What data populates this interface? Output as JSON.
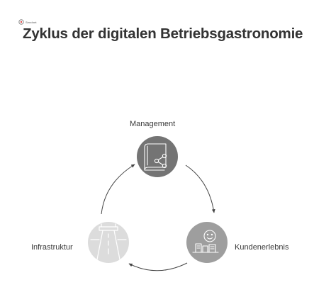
{
  "header": {
    "logo_text": "Sendnet",
    "title": "Zyklus der digitalen Betriebsgastronomie"
  },
  "nodes": [
    {
      "id": "management",
      "label": "Management",
      "color": "#747474",
      "icon": "book-share-icon"
    },
    {
      "id": "kundenerlebnis",
      "label": "Kundenerlebnis",
      "color": "#9e9e9e",
      "icon": "smiley-buildings-icon"
    },
    {
      "id": "infrastruktur",
      "label": "Infrastruktur",
      "color": "#dcdcdc",
      "icon": "road-gate-icon"
    }
  ],
  "edges": [
    {
      "from": "management",
      "to": "kundenerlebnis"
    },
    {
      "from": "kundenerlebnis",
      "to": "infrastruktur"
    },
    {
      "from": "infrastruktur",
      "to": "management"
    }
  ],
  "colors": {
    "title": "#333333",
    "arrow": "#444444",
    "icon_stroke_light": "#ffffff"
  }
}
